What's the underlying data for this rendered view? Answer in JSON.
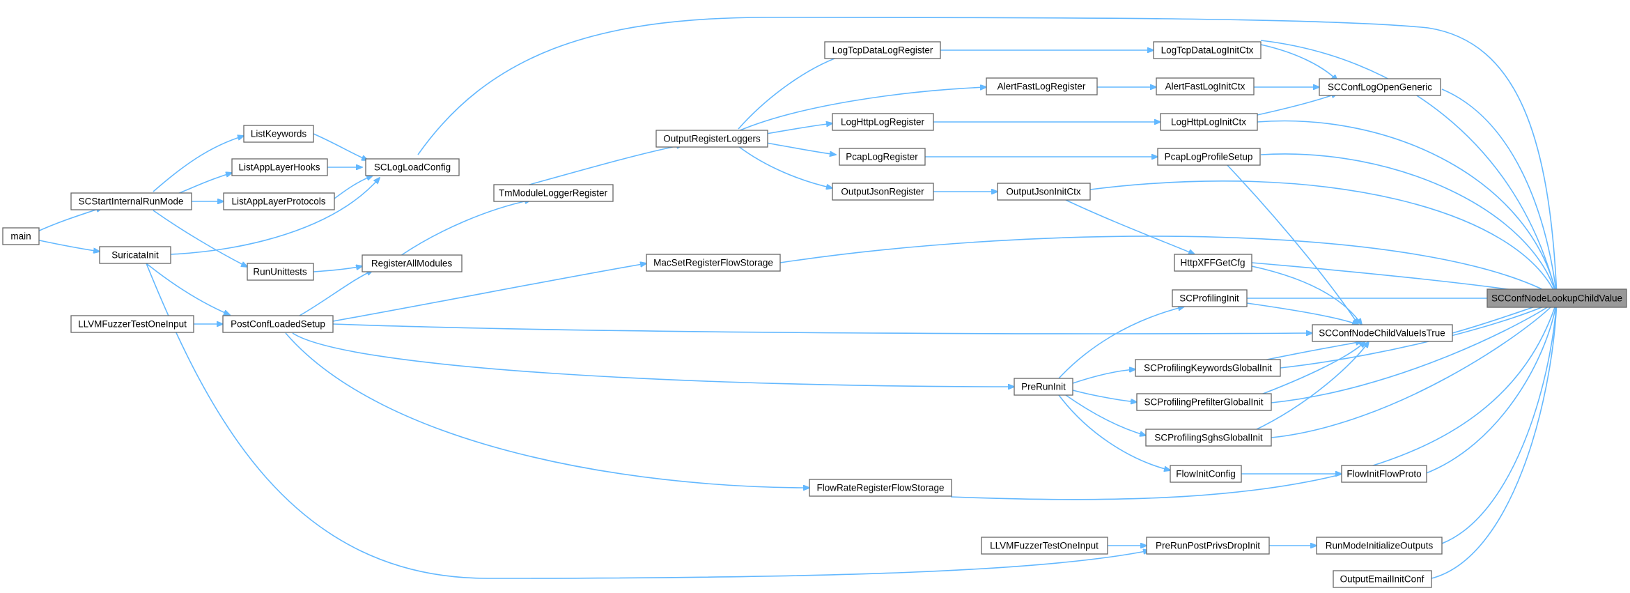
{
  "graph": {
    "root": "SCConfNodeLookupChildValue",
    "nodes": [
      {
        "id": "root",
        "label": "SCConfNodeLookupChildValue"
      },
      {
        "id": "logtcpdatainit",
        "label": "LogTcpDataLogInitCtx"
      },
      {
        "id": "alertfastinit",
        "label": "AlertFastLogInitCtx"
      },
      {
        "id": "scconflogopen",
        "label": "SCConfLogOpenGeneric"
      },
      {
        "id": "loghttpinit",
        "label": "LogHttpLogInitCtx"
      },
      {
        "id": "pcapprofile",
        "label": "PcapLogProfileSetup"
      },
      {
        "id": "outputjsoninit",
        "label": "OutputJsonInitCtx"
      },
      {
        "id": "httpxff",
        "label": "HttpXFFGetCfg"
      },
      {
        "id": "scprofinit",
        "label": "SCProfilingInit"
      },
      {
        "id": "childvalue",
        "label": "SCConfNodeChildValueIsTrue"
      },
      {
        "id": "profkw",
        "label": "SCProfilingKeywordsGlobalInit"
      },
      {
        "id": "profpref",
        "label": "SCProfilingPrefilterGlobalInit"
      },
      {
        "id": "profsghs",
        "label": "SCProfilingSghsGlobalInit"
      },
      {
        "id": "flowinitconfig",
        "label": "FlowInitConfig"
      },
      {
        "id": "flowinitproto",
        "label": "FlowInitFlowProto"
      },
      {
        "id": "runmodeinit",
        "label": "RunModeInitializeOutputs"
      },
      {
        "id": "outputemail",
        "label": "OutputEmailInitConf"
      },
      {
        "id": "prerunpost",
        "label": "PreRunPostPrivsDropInit"
      },
      {
        "id": "llvm2",
        "label": "LLVMFuzzerTestOneInput"
      },
      {
        "id": "flowrate",
        "label": "FlowRateRegisterFlowStorage"
      },
      {
        "id": "prerun",
        "label": "PreRunInit"
      },
      {
        "id": "macset",
        "label": "MacSetRegisterFlowStorage"
      },
      {
        "id": "logtcpreg",
        "label": "LogTcpDataLogRegister"
      },
      {
        "id": "alertfastreg",
        "label": "AlertFastLogRegister"
      },
      {
        "id": "loghttpreg",
        "label": "LogHttpLogRegister"
      },
      {
        "id": "pcapreg",
        "label": "PcapLogRegister"
      },
      {
        "id": "outputjsonreg",
        "label": "OutputJsonRegister"
      },
      {
        "id": "outputregloggers",
        "label": "OutputRegisterLoggers"
      },
      {
        "id": "tmmodule",
        "label": "TmModuleLoggerRegister"
      },
      {
        "id": "registerall",
        "label": "RegisterAllModules"
      },
      {
        "id": "sclogload",
        "label": "SCLogLoadConfig"
      },
      {
        "id": "listkeywords",
        "label": "ListKeywords"
      },
      {
        "id": "listapphooks",
        "label": "ListAppLayerHooks"
      },
      {
        "id": "listappprotos",
        "label": "ListAppLayerProtocols"
      },
      {
        "id": "runtests",
        "label": "RunUnittests"
      },
      {
        "id": "scstart",
        "label": "SCStartInternalRunMode"
      },
      {
        "id": "suricatainit",
        "label": "SuricataInit"
      },
      {
        "id": "main",
        "label": "main"
      },
      {
        "id": "postconf",
        "label": "PostConfLoadedSetup"
      },
      {
        "id": "llvm1",
        "label": "LLVMFuzzerTestOneInput"
      }
    ]
  }
}
